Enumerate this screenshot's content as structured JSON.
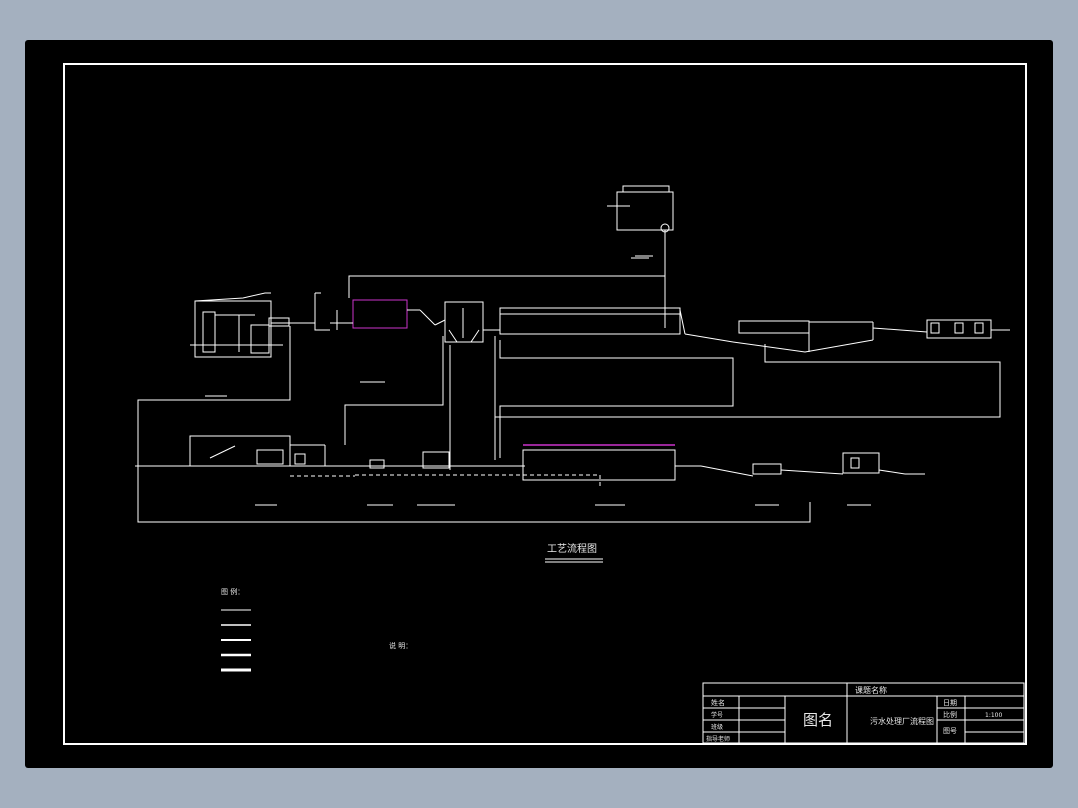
{
  "colors": {
    "background": "#a4b0bf",
    "paper": "#000000",
    "line": "#ffffff",
    "highlight": "#cc33cc"
  },
  "diagram": {
    "title": "工艺流程图"
  },
  "legend": {
    "title": "图 例："
  },
  "notes": {
    "title": "说 明："
  },
  "title_block": {
    "subject_label": "课题名称",
    "drawing_name_label": "图名",
    "drawing_name": "污水处理厂流程图",
    "date_label": "日期",
    "scale_label": "比例",
    "scale_value": "1:100",
    "sheet_label": "图号",
    "name_label": "姓名",
    "student_no_label": "学号",
    "class_label": "班级",
    "advisor_label": "指导老师"
  }
}
